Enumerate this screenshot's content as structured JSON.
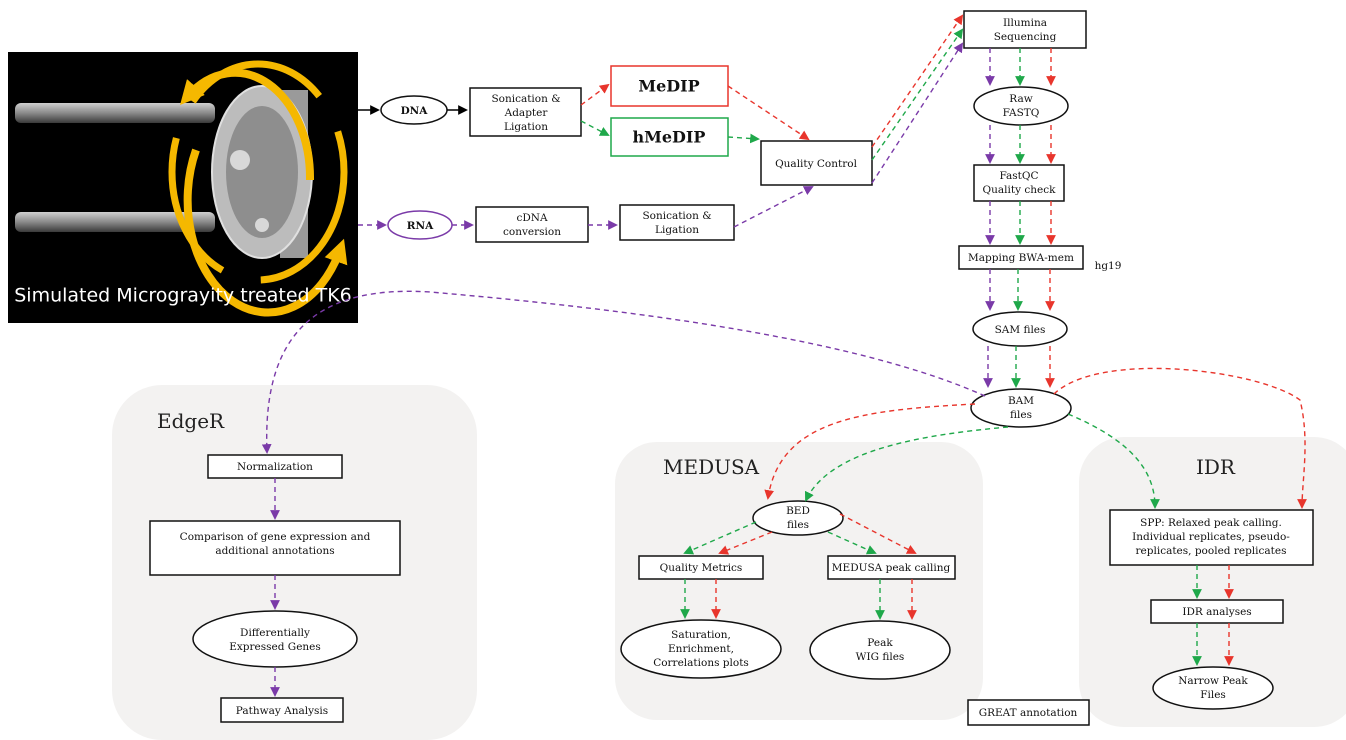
{
  "colors": {
    "rna_path": "#7a3aa8",
    "hmedip_path": "#1fa84a",
    "medip_path": "#e8352c",
    "dna_path": "#000000",
    "panel_bg": "#f3f2f1",
    "photo_bg": "#000000",
    "rotation_arrow": "#f5b800"
  },
  "photo": {
    "caption": "Simulated Micrograyity treated TK6",
    "icon": "rotating-wall-vessel-with-syringes"
  },
  "nodes": {
    "dna": "DNA",
    "rna": "RNA",
    "sonication_adapter": [
      "Sonication &",
      "Adapter",
      "Ligation"
    ],
    "cdna": [
      "cDNA",
      "conversion"
    ],
    "sonication_ligation": [
      "Sonication &",
      "Ligation"
    ],
    "medip": "MeDIP",
    "hmedip": "hMeDIP",
    "quality_control": "Quality Control",
    "illumina": [
      "Illumina",
      "Sequencing"
    ],
    "raw_fastq": [
      "Raw",
      "FASTQ"
    ],
    "fastqc": [
      "FastQC",
      "Quality check"
    ],
    "mapping": "Mapping BWA-mem",
    "hg19": "hg19",
    "sam": "SAM files",
    "bam": [
      "BAM",
      "files"
    ]
  },
  "edger": {
    "title": "EdgeR",
    "normalization": "Normalization",
    "comparison": [
      "Comparison of gene  expression and",
      "additional annotations"
    ],
    "deg": [
      "Differentially",
      "Expressed Genes"
    ],
    "pathway": "Pathway Analysis"
  },
  "medusa": {
    "title": "MEDUSA",
    "bed": [
      "BED",
      "files"
    ],
    "quality_metrics": "Quality Metrics",
    "peak_calling": "MEDUSA peak calling",
    "saturation": [
      "Saturation,",
      "Enrichment,",
      "Correlations plots"
    ],
    "peak_wig": [
      "Peak",
      "WIG files"
    ]
  },
  "idr": {
    "title": "IDR",
    "spp": [
      "SPP: Relaxed peak calling.",
      "Individual replicates, pseudo-",
      "replicates, pooled replicates"
    ],
    "analyses": "IDR analyses",
    "narrow": [
      "Narrow Peak",
      "Files"
    ]
  },
  "great": "GREAT annotation"
}
